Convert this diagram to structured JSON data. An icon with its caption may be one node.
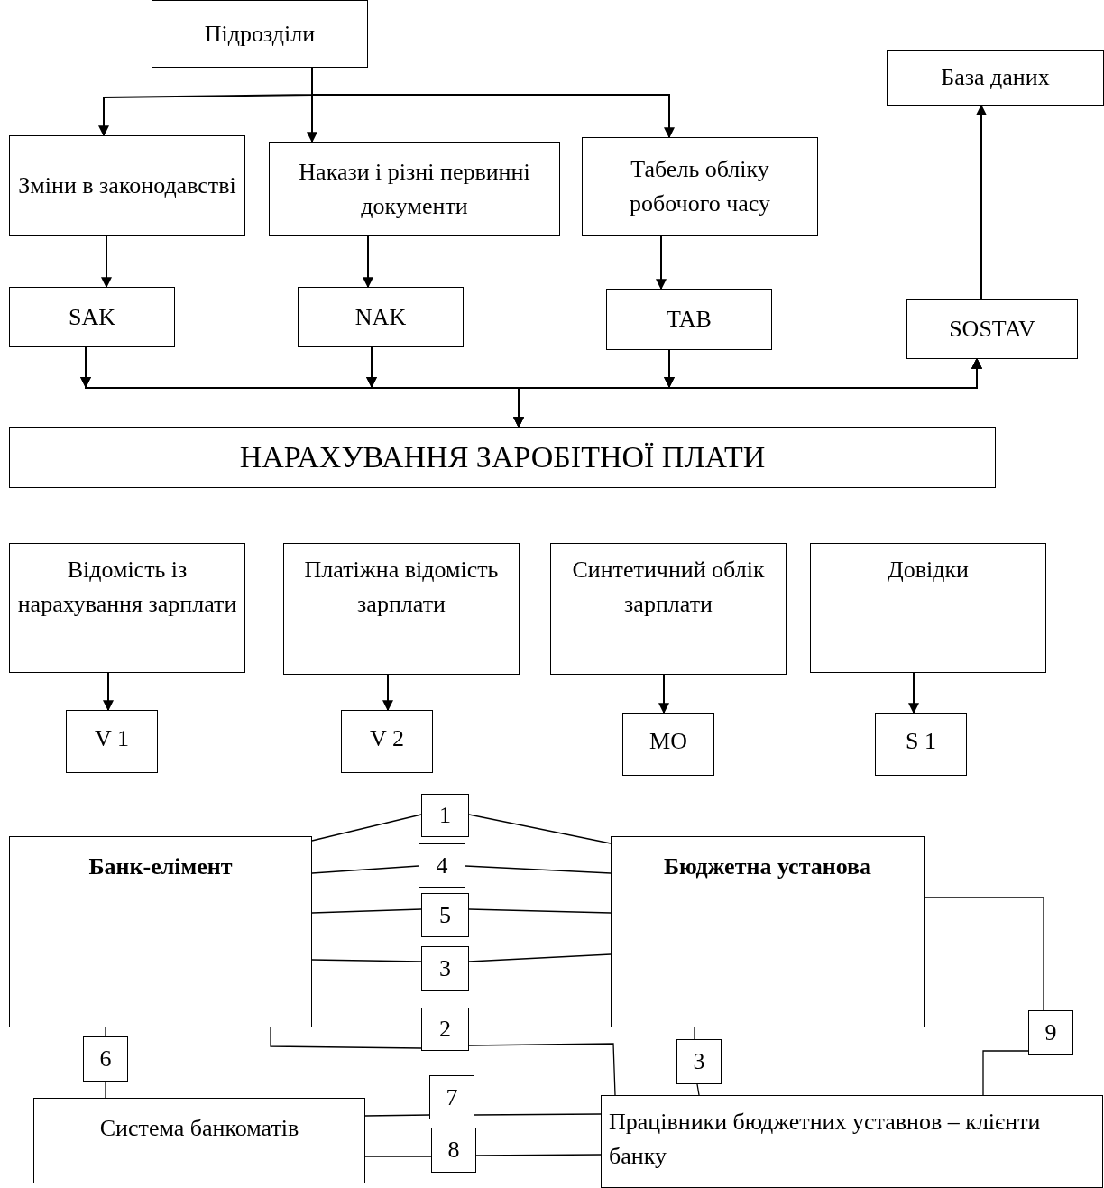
{
  "diagram": {
    "nodes": [
      {
        "text": [
          "Підрозділи"
        ]
      },
      {
        "text": [
          "Зміни в законодавстві"
        ]
      },
      {
        "text": [
          "Накази і різні первинні документи"
        ]
      },
      {
        "text": [
          "Табель обліку робочого часу"
        ]
      },
      {
        "text": [
          "База даних"
        ]
      },
      {
        "text": [
          "SAK"
        ]
      },
      {
        "text": [
          "NAK"
        ]
      },
      {
        "text": [
          "TAB"
        ]
      },
      {
        "text": [
          "SOSTAV"
        ]
      },
      {
        "text": [
          "НАРАХУВАННЯ ЗАРОБІТНОЇ ПЛАТИ"
        ]
      },
      {
        "text": [
          "Відомість із нарахування зарплати"
        ]
      },
      {
        "text": [
          "Платіжна відомість зарплати"
        ]
      },
      {
        "text": [
          "Синтетичний облік зарплати"
        ]
      },
      {
        "text": [
          "Довідки"
        ]
      },
      {
        "text": [
          "V 1"
        ]
      },
      {
        "text": [
          "V 2"
        ]
      },
      {
        "text": [
          "MO"
        ]
      },
      {
        "text": [
          "S 1"
        ]
      },
      {
        "text": [
          "Банк-елімент"
        ]
      },
      {
        "text": [
          "Бюджетна установа"
        ]
      },
      {
        "text": [
          "Система банкоматів"
        ]
      },
      {
        "text": [
          "Працівники бюджетних уставнов – клієнти банку"
        ]
      },
      {
        "text": [
          "1"
        ]
      },
      {
        "text": [
          "4"
        ]
      },
      {
        "text": [
          "5"
        ]
      },
      {
        "text": [
          "3"
        ]
      },
      {
        "text": [
          "2"
        ]
      },
      {
        "text": [
          "3"
        ]
      },
      {
        "text": [
          "9"
        ]
      },
      {
        "text": [
          "6"
        ]
      },
      {
        "text": [
          "7"
        ]
      },
      {
        "text": [
          "8"
        ]
      }
    ],
    "edges": [
      {
        "from": 0,
        "to": 1,
        "arrow": "to"
      },
      {
        "from": 0,
        "to": 2,
        "arrow": "to"
      },
      {
        "from": 0,
        "to": 3,
        "arrow": "to"
      },
      {
        "from": 1,
        "to": 5,
        "arrow": "to"
      },
      {
        "from": 2,
        "to": 6,
        "arrow": "to"
      },
      {
        "from": 3,
        "to": 7,
        "arrow": "to"
      },
      {
        "from": 5,
        "to": 9,
        "arrow": "to"
      },
      {
        "from": 6,
        "to": 9,
        "arrow": "to"
      },
      {
        "from": 7,
        "to": 9,
        "arrow": "to"
      },
      {
        "from": 5,
        "to": 8,
        "arrow": "to"
      },
      {
        "from": 6,
        "to": 8,
        "arrow": "to"
      },
      {
        "from": 7,
        "to": 8,
        "arrow": "to"
      },
      {
        "from": 8,
        "to": 4,
        "arrow": "to"
      },
      {
        "from": 10,
        "to": 14,
        "arrow": "to"
      },
      {
        "from": 11,
        "to": 15,
        "arrow": "to"
      },
      {
        "from": 12,
        "to": 16,
        "arrow": "to"
      },
      {
        "from": 13,
        "to": 17,
        "arrow": "to"
      },
      {
        "from": 18,
        "to": 22,
        "arrow": "none"
      },
      {
        "from": 22,
        "to": 19,
        "arrow": "none"
      },
      {
        "from": 18,
        "to": 23,
        "arrow": "none"
      },
      {
        "from": 23,
        "to": 19,
        "arrow": "none"
      },
      {
        "from": 18,
        "to": 24,
        "arrow": "none"
      },
      {
        "from": 24,
        "to": 19,
        "arrow": "none"
      },
      {
        "from": 18,
        "to": 25,
        "arrow": "none"
      },
      {
        "from": 25,
        "to": 19,
        "arrow": "none"
      },
      {
        "from": 18,
        "to": 26,
        "arrow": "none"
      },
      {
        "from": 26,
        "to": 21,
        "arrow": "none"
      },
      {
        "from": 19,
        "to": 27,
        "arrow": "none"
      },
      {
        "from": 27,
        "to": 21,
        "arrow": "none"
      },
      {
        "from": 19,
        "to": 28,
        "arrow": "none"
      },
      {
        "from": 28,
        "to": 21,
        "arrow": "none"
      },
      {
        "from": 18,
        "to": 29,
        "arrow": "none"
      },
      {
        "from": 29,
        "to": 20,
        "arrow": "none"
      },
      {
        "from": 20,
        "to": 30,
        "arrow": "none"
      },
      {
        "from": 30,
        "to": 21,
        "arrow": "none"
      },
      {
        "from": 20,
        "to": 31,
        "arrow": "none"
      },
      {
        "from": 31,
        "to": 21,
        "arrow": "none"
      }
    ]
  }
}
